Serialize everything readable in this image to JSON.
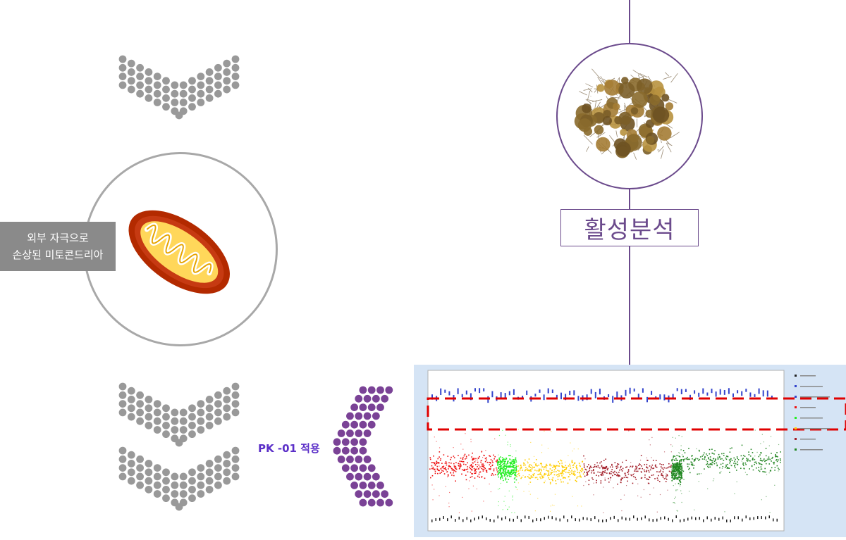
{
  "left_panel": {
    "label_line1": "외부 자극으로",
    "label_line2": "손상된 미토콘드리아"
  },
  "right_panel": {
    "activity_box_text": "활성분석",
    "treatment_label": "PK -01 적용"
  },
  "colors": {
    "dot_grey": "#999999",
    "dot_purple": "#7a4296",
    "line_purple": "#6b4a8c",
    "label_bg": "#8a8a8a",
    "treatment_text": "#5b2fc8",
    "chart_bg": "#d5e4f5",
    "dash_red": "#e00000"
  },
  "icons": {
    "mitochondria": "mitochondria-icon",
    "herb": "herb-pile-image"
  }
}
